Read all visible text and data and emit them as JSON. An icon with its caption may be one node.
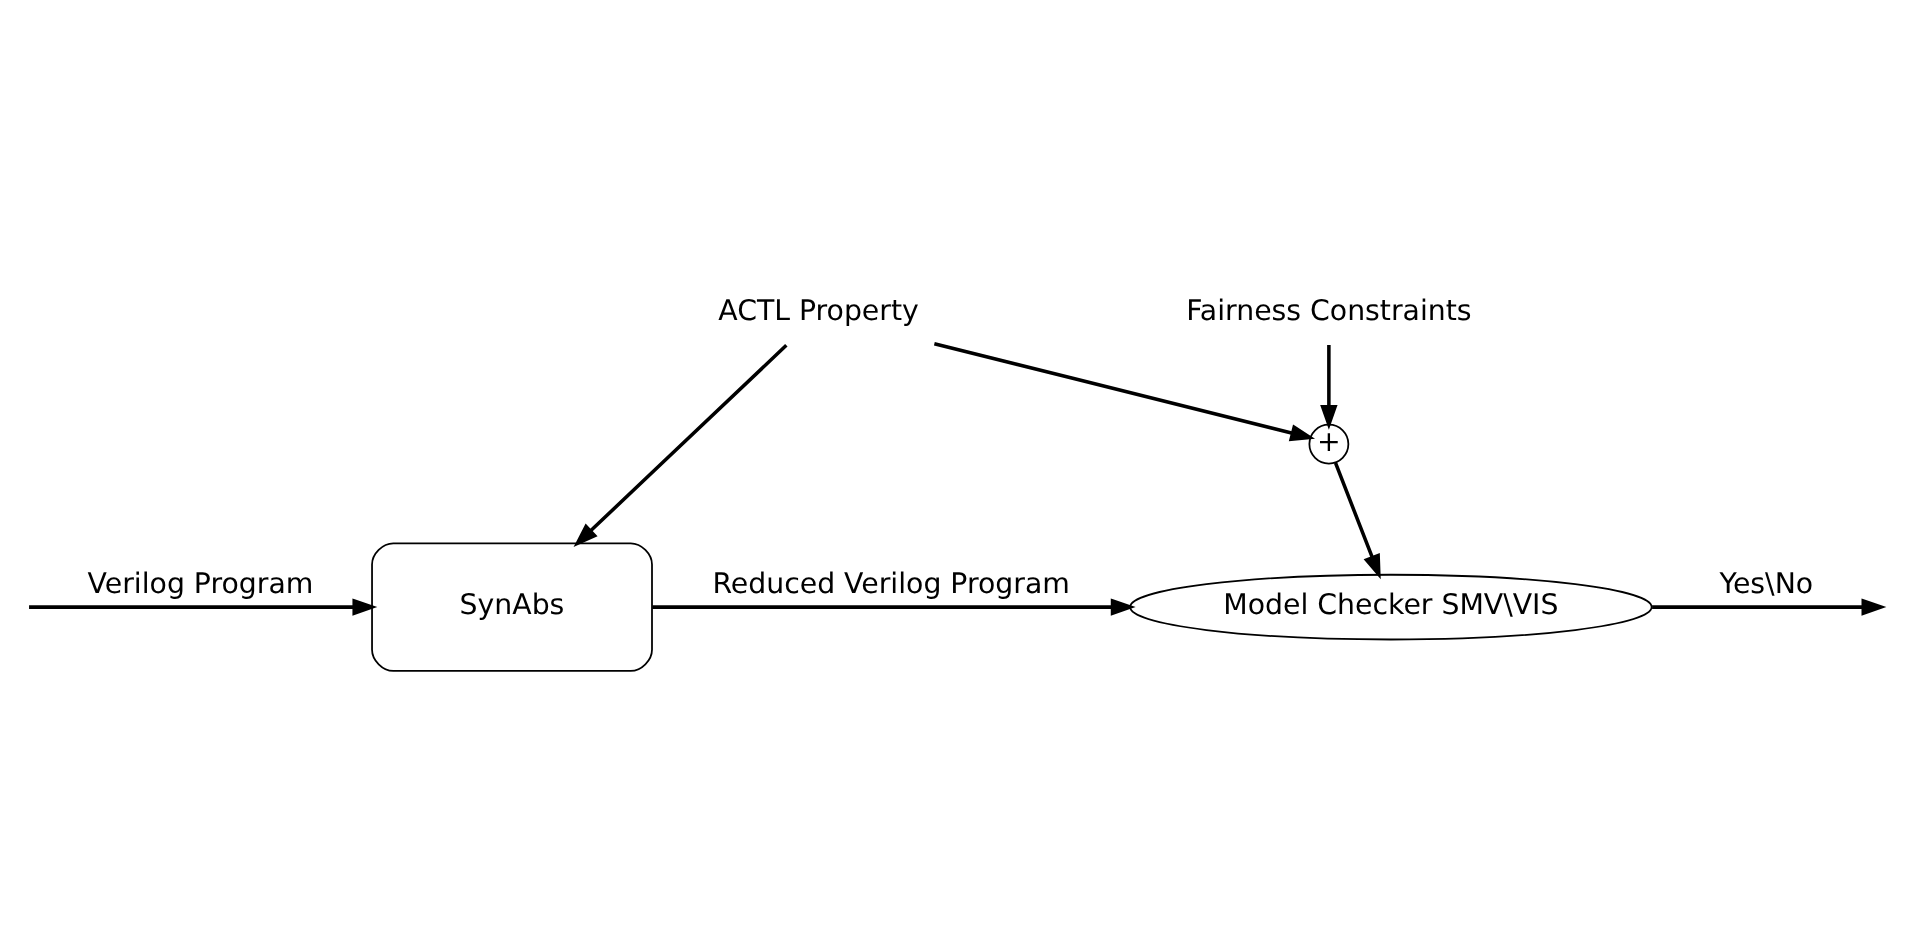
{
  "diagram": {
    "nodes": [
      {
        "text": [
          "ACTL Property"
        ]
      },
      {
        "text": [
          "Fairness Constraints"
        ]
      },
      {
        "text": [
          "+"
        ]
      },
      {
        "text": [
          "SynAbs"
        ]
      },
      {
        "text": [
          "Model Checker SMV\\VIS"
        ]
      }
    ],
    "edges": [
      {
        "from": 0,
        "to": 3,
        "arrow": "to"
      },
      {
        "from": 0,
        "to": 2,
        "arrow": "to"
      },
      {
        "from": 1,
        "to": 2,
        "arrow": "to"
      },
      {
        "from": 2,
        "to": 4,
        "arrow": "to"
      },
      {
        "from": null,
        "to": 3,
        "arrow": "to",
        "label": "Verilog Program"
      },
      {
        "from": 3,
        "to": 4,
        "arrow": "to",
        "label": "Reduced Verilog Program"
      },
      {
        "from": 4,
        "to": null,
        "arrow": "to",
        "label": "Yes\\No"
      }
    ]
  }
}
